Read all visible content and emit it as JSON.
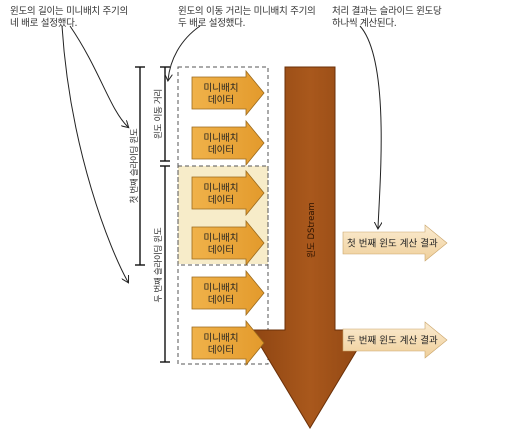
{
  "notes": {
    "window_length": "윈도의 길이는 미니배치 주기의\n네 배로 설정했다.",
    "slide_interval": "윈도의 이동 거리는 미니배치 주기의\n두 배로 설정했다.",
    "result": "처리 결과는 슬라이드 윈도당\n하나씩 계산된다."
  },
  "labels": {
    "first_window": "첫 번째 슬라이딩 윈도",
    "second_window": "두 번째 슬라이딩 윈도",
    "slide_distance": "윈도 이동 거리"
  },
  "batches": [
    {
      "line1": "미니배치",
      "line2": "데이터"
    },
    {
      "line1": "미니배치",
      "line2": "데이터"
    },
    {
      "line1": "미니배치",
      "line2": "데이터"
    },
    {
      "line1": "미니배치",
      "line2": "데이터"
    },
    {
      "line1": "미니배치",
      "line2": "데이터"
    },
    {
      "line1": "미니배치",
      "line2": "데이터"
    }
  ],
  "dstream_label": "윈도 DStream",
  "results": [
    {
      "label": "첫 번째 윈도 계산 결과"
    },
    {
      "label": "두 번째 윈도 계산 결과"
    }
  ],
  "colors": {
    "batch_arrow": "#e8a33a",
    "batch_border": "#9a6a1e",
    "result_arrow": "#f6ddb4",
    "dstream": "#a0531a",
    "highlight": "#f7ecc9"
  }
}
